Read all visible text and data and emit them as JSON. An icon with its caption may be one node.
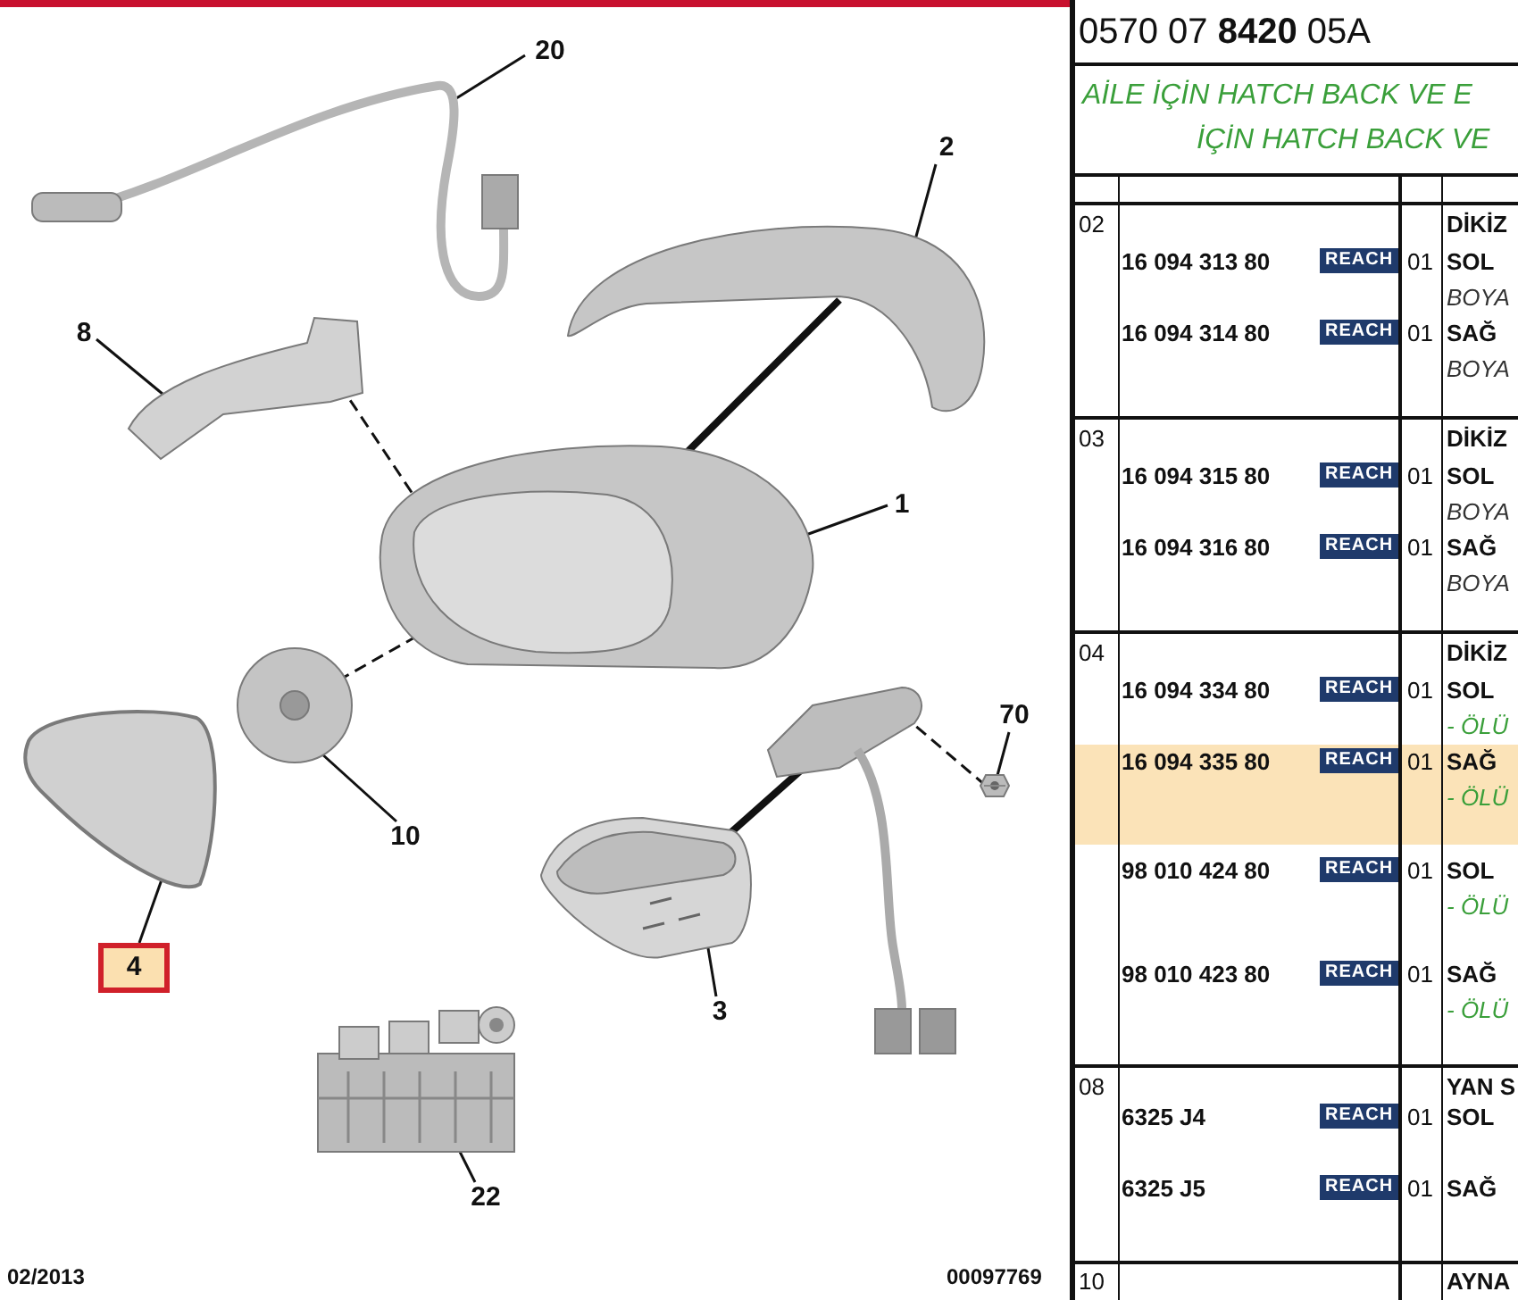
{
  "diagram": {
    "nodes": [
      {
        "text": [
          "20"
        ]
      },
      {
        "text": [],
        "shape": "picture"
      },
      {
        "text": [
          "2"
        ]
      },
      {
        "text": [],
        "shape": "picture"
      },
      {
        "text": [
          "8"
        ]
      },
      {
        "text": [],
        "shape": "picture"
      },
      {
        "text": [
          "1"
        ]
      },
      {
        "text": [],
        "shape": "picture"
      },
      {
        "text": [],
        "shape": "picture"
      },
      {
        "text": [
          "70"
        ]
      },
      {
        "text": [],
        "shape": "picture"
      },
      {
        "text": [
          "10"
        ]
      },
      {
        "text": [],
        "shape": "picture"
      },
      {
        "text": [
          "4"
        ]
      },
      {
        "text": [],
        "shape": "picture"
      },
      {
        "text": [
          "3"
        ]
      },
      {
        "text": [],
        "shape": "picture"
      },
      {
        "text": [
          "22"
        ]
      },
      {
        "text": [],
        "shape": "picture"
      }
    ],
    "edges": [
      {
        "from": 0,
        "to": 1,
        "arrow": "none"
      },
      {
        "from": 2,
        "to": 3,
        "arrow": "none"
      },
      {
        "from": 4,
        "to": 5,
        "arrow": "none"
      },
      {
        "from": 6,
        "to": 7,
        "arrow": "none"
      },
      {
        "from": 9,
        "to": 10,
        "arrow": "none"
      },
      {
        "from": 11,
        "to": 12,
        "arrow": "none"
      },
      {
        "from": 13,
        "to": 14,
        "arrow": "none"
      },
      {
        "from": 15,
        "to": 16,
        "arrow": "none"
      },
      {
        "from": 17,
        "to": 18,
        "arrow": "none"
      },
      {
        "from": 5,
        "to": 7,
        "arrow": "none",
        "style": "dashed"
      },
      {
        "from": 12,
        "to": 7,
        "arrow": "none",
        "style": "dashed"
      },
      {
        "from": 3,
        "to": 7,
        "arrow": "none",
        "style": "thick"
      },
      {
        "from": 8,
        "to": 16,
        "arrow": "none",
        "style": "thick"
      },
      {
        "from": 10,
        "to": 8,
        "arrow": "none",
        "style": "dashed"
      }
    ],
    "labels": [
      "0570 07 **8420** 05A",
      "AİLE İÇİN HATCH BACK VE E",
      "İÇİN HATCH BACK VE",
      "02",
      "DİKİZ",
      "16 094 313 80",
      "REACH",
      "01",
      "SOL",
      "BOYA",
      "16 094 314 80",
      "REACH",
      "01",
      "SAĞ",
      "BOYA",
      "03",
      "DİKİZ",
      "16 094 315 80",
      "REACH",
      "01",
      "SOL",
      "BOYA",
      "16 094 316 80",
      "REACH",
      "01",
      "SAĞ",
      "BOYA",
      "04",
      "DİKİZ",
      "16 094 334 80",
      "REACH",
      "01",
      "SOL",
      "- ÖLÜ",
      "16 094 335 80",
      "REACH",
      "01",
      "SAĞ",
      "- ÖLÜ",
      "98 010 424 80",
      "REACH",
      "01",
      "SOL",
      "- ÖLÜ",
      "98 010 423 80",
      "REACH",
      "01",
      "SAĞ",
      "- ÖLÜ",
      "08",
      "YAN S",
      "6325 J4",
      "REACH",
      "01",
      "SOL",
      "6325 J5",
      "REACH",
      "01",
      "SAĞ",
      "02/2013",
      "00097769",
      "10",
      "AYNA"
    ]
  }
}
